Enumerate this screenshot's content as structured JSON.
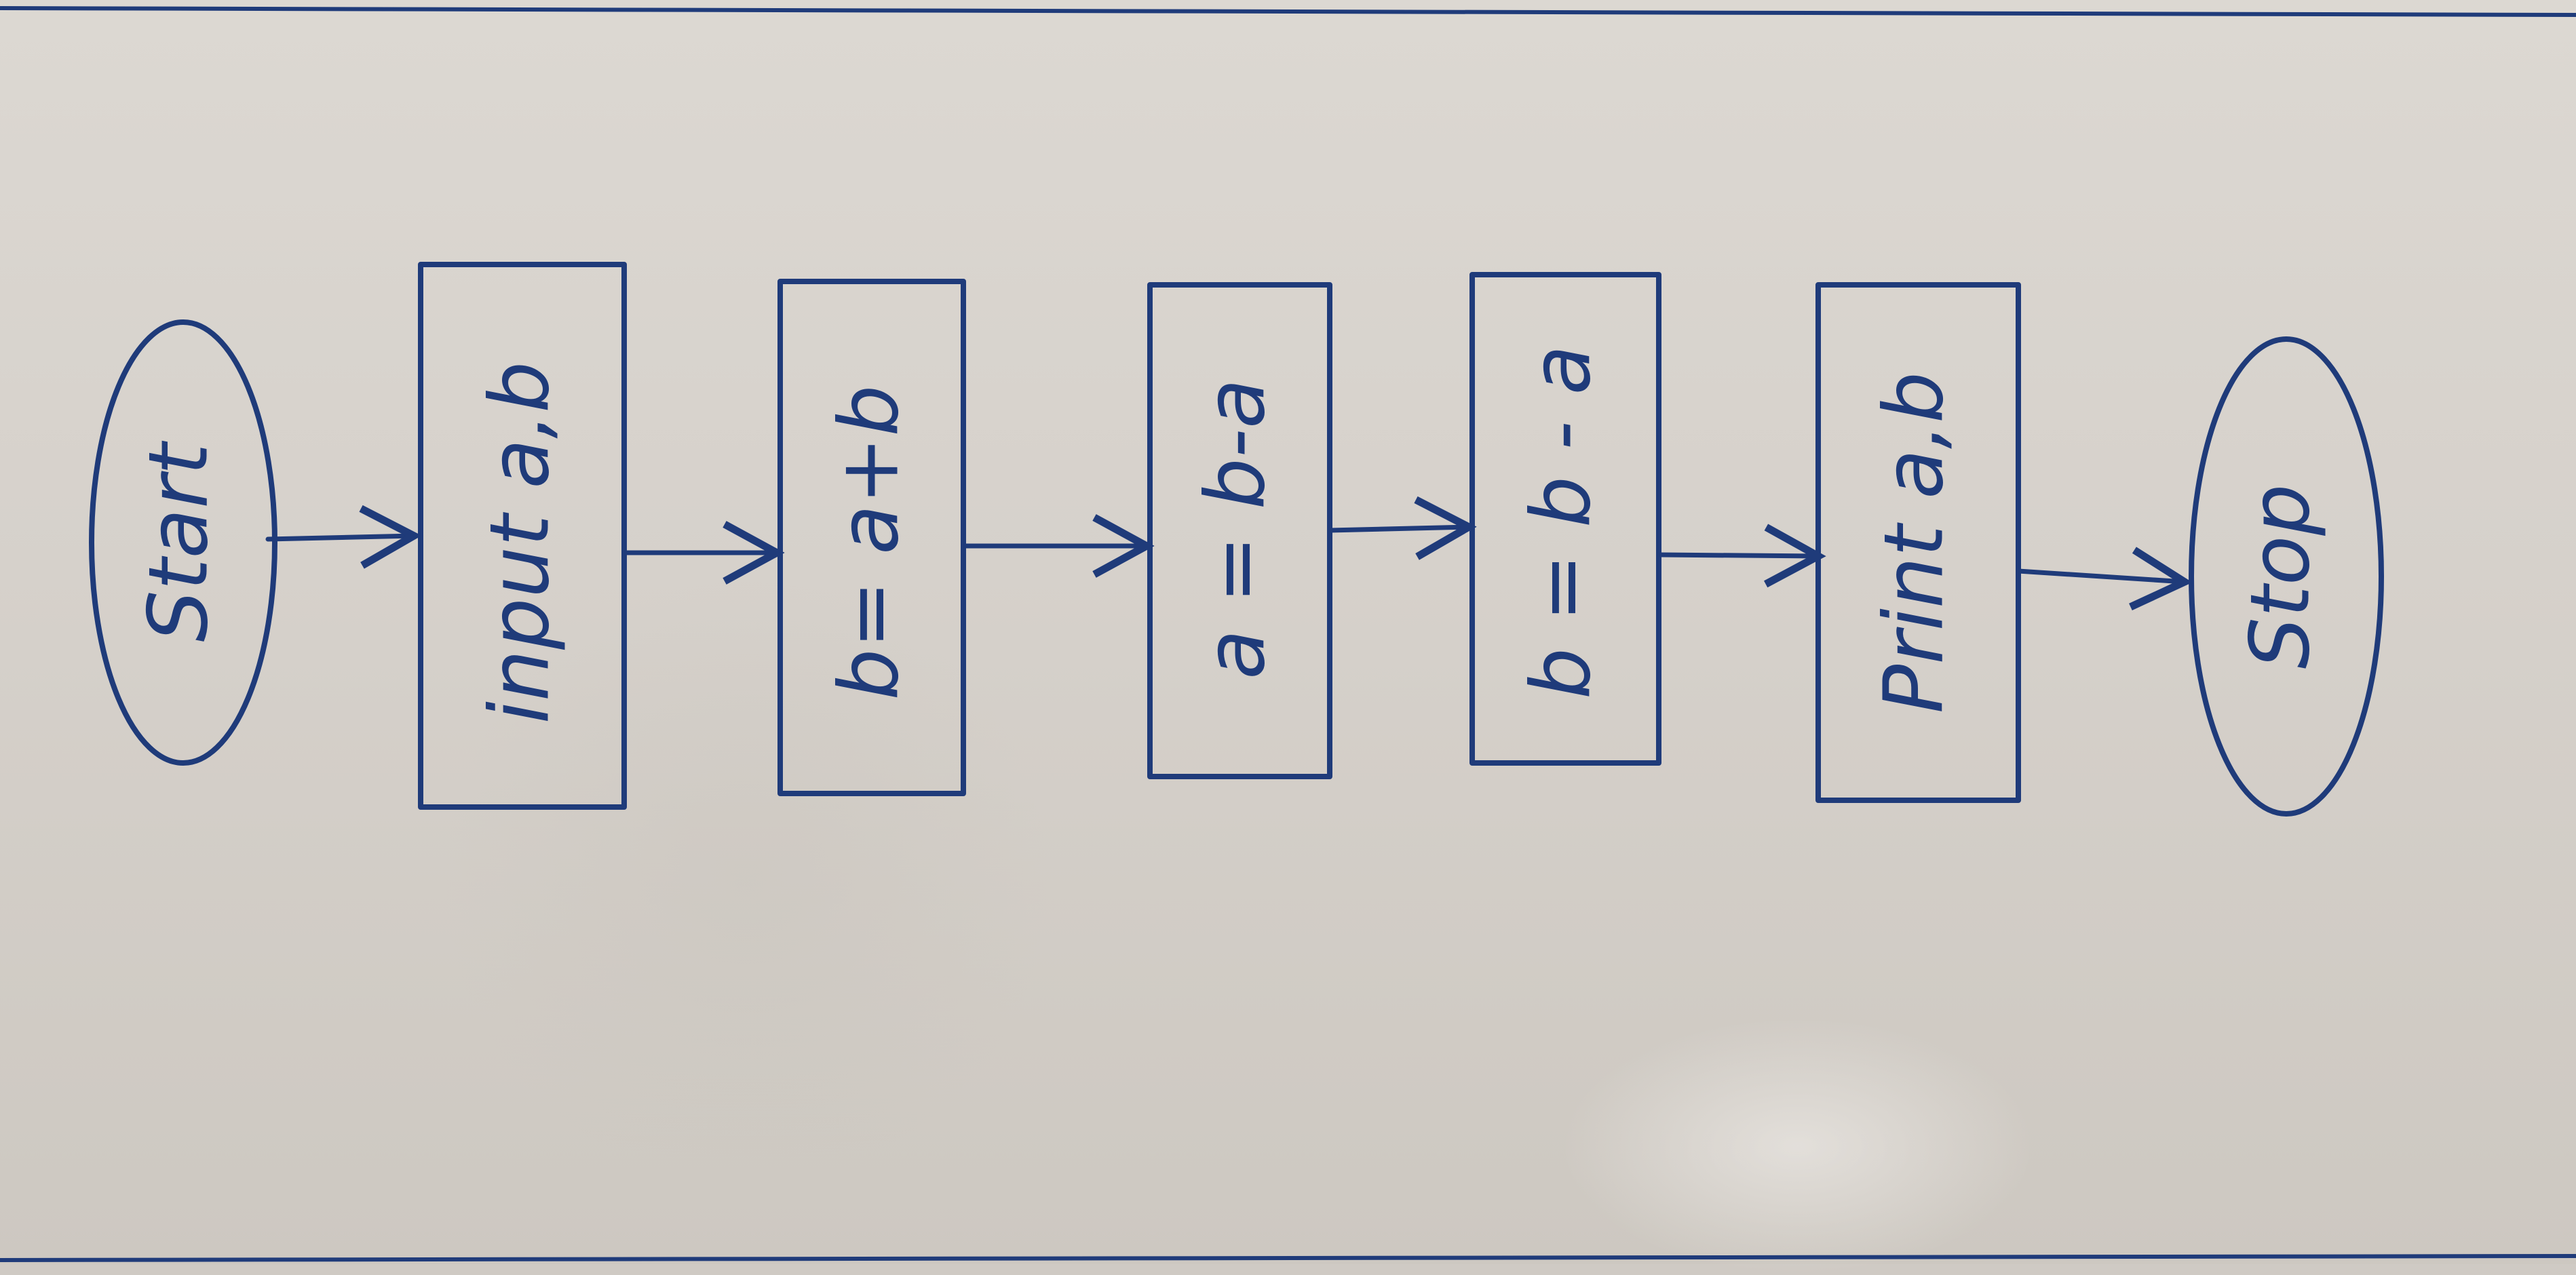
{
  "diagram": {
    "type": "flowchart",
    "orientation": "rotated",
    "ink_color": "#1f3b7a",
    "paper_color": "#d8d3cd",
    "nodes": [
      {
        "id": "start",
        "shape": "oval",
        "label": "Start"
      },
      {
        "id": "input",
        "shape": "rectangle",
        "label": "input a,b"
      },
      {
        "id": "step1",
        "shape": "rectangle",
        "label": "b= a+b"
      },
      {
        "id": "step2",
        "shape": "rectangle",
        "label": "a = b-a"
      },
      {
        "id": "step3",
        "shape": "rectangle",
        "label": "b = b - a"
      },
      {
        "id": "output",
        "shape": "rectangle",
        "label": "Print a,b"
      },
      {
        "id": "stop",
        "shape": "oval",
        "label": "Stop"
      }
    ],
    "edges": [
      {
        "from": "start",
        "to": "input"
      },
      {
        "from": "input",
        "to": "step1"
      },
      {
        "from": "step1",
        "to": "step2"
      },
      {
        "from": "step2",
        "to": "step3"
      },
      {
        "from": "step3",
        "to": "output"
      },
      {
        "from": "output",
        "to": "stop"
      }
    ]
  }
}
